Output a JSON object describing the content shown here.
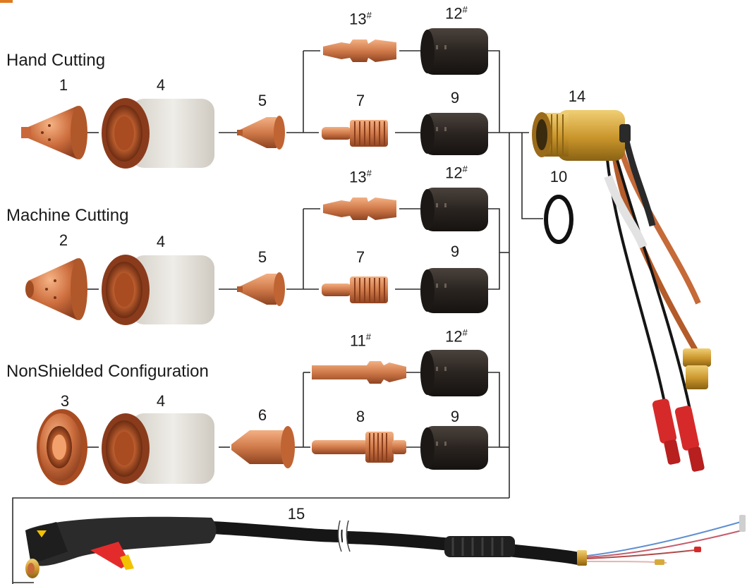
{
  "sections": {
    "hand": "Hand Cutting",
    "machine": "Machine Cutting",
    "nonshielded": "NonShielded Configuration"
  },
  "part_numbers": {
    "p1": "1",
    "p2": "2",
    "p3": "3",
    "p4a": "4",
    "p4b": "4",
    "p4c": "4",
    "p5a": "5",
    "p5b": "5",
    "p6": "6",
    "p7a": "7",
    "p7b": "7",
    "p8": "8",
    "p9a": "9",
    "p9b": "9",
    "p9c": "9",
    "p10": "10",
    "p11": "11",
    "p11_mark": "#",
    "p12a": "12",
    "p12a_mark": "#",
    "p12b": "12",
    "p12b_mark": "#",
    "p12c": "12",
    "p12c_mark": "#",
    "p13a": "13",
    "p13a_mark": "#",
    "p13b": "13",
    "p13b_mark": "#",
    "p14": "14",
    "p15": "15"
  },
  "colors": {
    "copper": "#c8693a",
    "copper_light": "#f0a878",
    "insulator": "#e6e3dc",
    "black_part": "#2a2522",
    "brass": "#d7a93a",
    "red_connector": "#d62a2a",
    "line": "#2d2d2d",
    "accent": "#e07a1f"
  }
}
